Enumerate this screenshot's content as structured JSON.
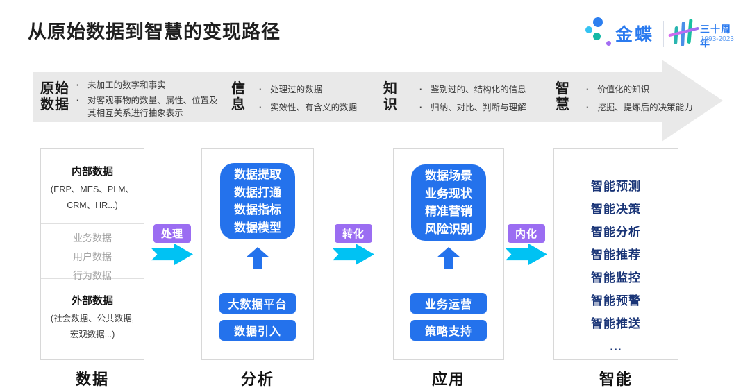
{
  "title": "从原始数据到智慧的变现路径",
  "logo": {
    "brand": "金蝶",
    "anniversary": "三十周年",
    "years": "1993-2023"
  },
  "banner": {
    "stages": [
      {
        "name": "原始\n数据",
        "points": [
          "未加工的数字和事实",
          "对客观事物的数量、属性、位置及其相互关系进行抽象表示"
        ]
      },
      {
        "name": "信\n息",
        "points": [
          "处理过的数据",
          "实效性、有含义的数据"
        ]
      },
      {
        "name": "知\n识",
        "points": [
          "鉴别过的、结构化的信息",
          "归纳、对比、判断与理解"
        ]
      },
      {
        "name": "智\n慧",
        "points": [
          "价值化的知识",
          "挖掘、提炼后的决策能力"
        ]
      }
    ]
  },
  "flow": {
    "labels": [
      "处理",
      "转化",
      "内化"
    ]
  },
  "columns": [
    {
      "label": "数据",
      "internal": {
        "title": "内部数据",
        "subtitle": "(ERP、MES、PLM、\nCRM、HR...)"
      },
      "middle": [
        "业务数据",
        "用户数据",
        "行为数据"
      ],
      "external": {
        "title": "外部数据",
        "subtitle": "(社会数据、公共数据,\n宏观数据...)"
      }
    },
    {
      "label": "分析",
      "main_box": "数据提取\n数据打通\n数据指标\n数据模型",
      "buttons": [
        "大数据平台",
        "数据引入"
      ]
    },
    {
      "label": "应用",
      "main_box": "数据场景\n业务现状\n精准营销\n风险识别",
      "buttons": [
        "业务运营",
        "策略支持"
      ]
    },
    {
      "label": "智能",
      "items": [
        "智能预测",
        "智能决策",
        "智能分析",
        "智能推荐",
        "智能监控",
        "智能预警",
        "智能推送",
        "..."
      ]
    }
  ],
  "colors": {
    "accent_blue": "#2472EC",
    "navy_text": "#1A3577",
    "purple_label": "#9B6DF2",
    "cyan_arrow": "#00C2F3",
    "banner_gray": "#E9E9E9",
    "brand_blue": "#2B7BEF",
    "teal": "#14B8A6"
  }
}
